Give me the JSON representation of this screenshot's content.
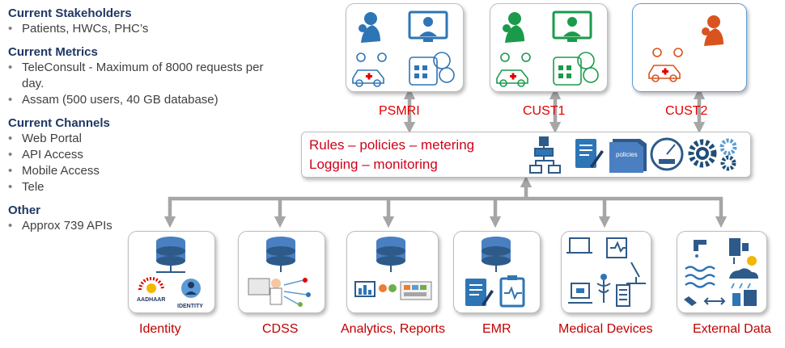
{
  "left_panel": {
    "stakeholders": {
      "title": "Current Stakeholders",
      "items": [
        "Patients, HWCs, PHC’s"
      ]
    },
    "metrics": {
      "title": "Current Metrics",
      "items": [
        "TeleConsult - Maximum of 8000 requests per day.",
        "Assam (500 users, 40 GB database)"
      ]
    },
    "channels": {
      "title": "Current Channels",
      "items": [
        "Web Portal",
        "API Access",
        "Mobile Access",
        "Tele"
      ]
    },
    "other": {
      "title": "Other",
      "items": [
        "Approx 739 APIs"
      ]
    }
  },
  "customers": [
    {
      "label": "PSMRI",
      "color": "#1f6fb4"
    },
    {
      "label": "CUST1",
      "color": "#1a9b4b"
    },
    {
      "label": "CUST2",
      "color": "#d9531e"
    }
  ],
  "middle": {
    "line1": "Rules – policies – metering",
    "line2": "Logging – monitoring",
    "policies_icon_text": "policies"
  },
  "services": [
    {
      "label": "Identity",
      "icon_text_1": "AADHAAR",
      "icon_text_2": "IDENTITY"
    },
    {
      "label": "CDSS"
    },
    {
      "label": "Analytics, Reports"
    },
    {
      "label": "EMR"
    },
    {
      "label": "Medical Devices"
    },
    {
      "label": "External Data"
    }
  ],
  "colors": {
    "arrow": "#a6a6a6",
    "label_red": "#c00000",
    "icon_blue": "#2e75b6",
    "icon_green": "#1a9b4b",
    "icon_orange": "#d9531e"
  }
}
